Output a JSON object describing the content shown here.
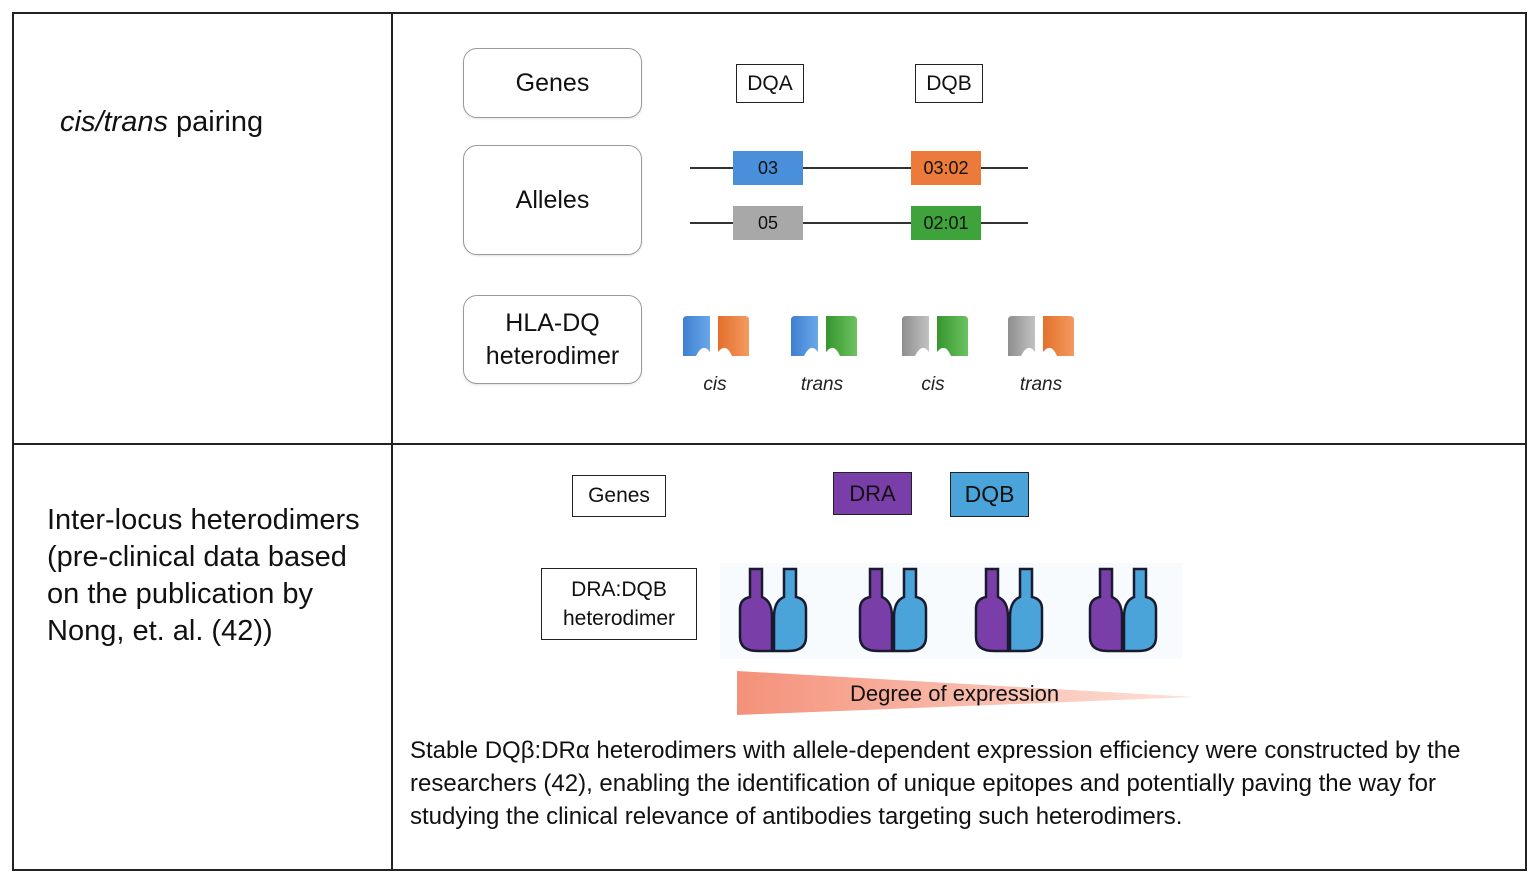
{
  "row1": {
    "label_italic": "cis/trans",
    "label_rest": " pairing",
    "genes_label": "Genes",
    "alleles_label": "Alleles",
    "heterodimer_label": "HLA-DQ heterodimer",
    "gene_a": "DQA",
    "gene_b": "DQB",
    "allele_a1": "03",
    "allele_a2": "05",
    "allele_b1": "03:02",
    "allele_b2": "02:01",
    "pairings": [
      "cis",
      "trans",
      "cis",
      "trans"
    ]
  },
  "row2": {
    "label": "Inter-locus heterodimers (pre-clinical data based on the publication by Nong, et. al. (42))",
    "genes_label": "Genes",
    "gene_dra": "DRA",
    "gene_dqb": "DQB",
    "heterodimer_label": "DRA:DQB heterodimer",
    "gradient_label": "Degree of expression",
    "description": "Stable DQβ:DRα heterodimers with allele-dependent expression efficiency were constructed by the researchers (42), enabling the identification of unique epitopes and potentially paving the way for studying the clinical relevance of antibodies targeting such heterodimers."
  },
  "colors": {
    "blue": "#4a8fd9",
    "orange": "#ec7a3a",
    "gray": "#a8a8a8",
    "green": "#3da33a",
    "purple": "#7a3ea8",
    "light_blue": "#4aa3d9",
    "salmon": "#f4a08a"
  }
}
